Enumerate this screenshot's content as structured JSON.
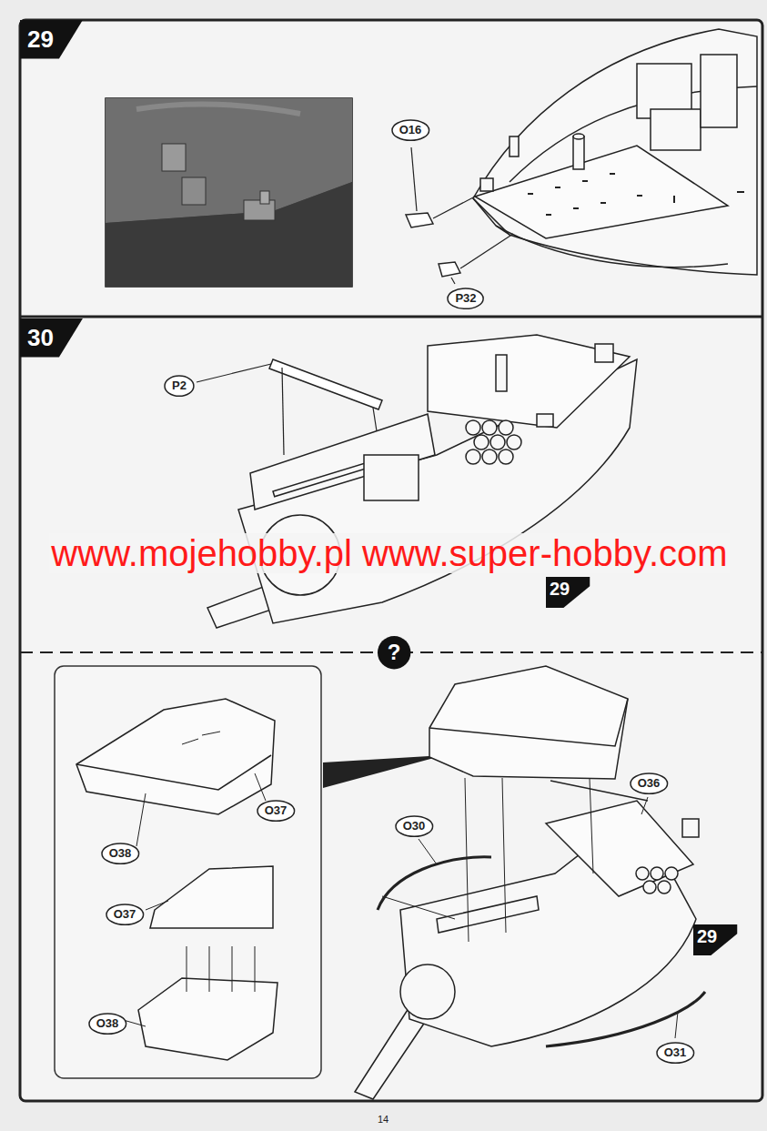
{
  "diagram": {
    "nodes": [
      {
        "text": [
          "29"
        ]
      },
      {
        "text": [
          "O16"
        ]
      },
      {
        "text": [
          "P32"
        ]
      },
      {
        "text": [
          "30"
        ]
      },
      {
        "text": [
          "P2"
        ]
      },
      {
        "text": [
          "29"
        ]
      },
      {
        "text": [
          "?"
        ]
      },
      {
        "text": [
          "O38"
        ]
      },
      {
        "text": [
          "O37"
        ]
      },
      {
        "text": [
          "O37"
        ]
      },
      {
        "text": [
          "O38"
        ]
      },
      {
        "text": [
          "O30"
        ]
      },
      {
        "text": [
          "O36"
        ]
      },
      {
        "text": [
          "29"
        ]
      },
      {
        "text": [
          "O31"
        ]
      }
    ],
    "labels": [
      "www.mojehobby.pl www.super-hobby.com",
      "14"
    ]
  }
}
